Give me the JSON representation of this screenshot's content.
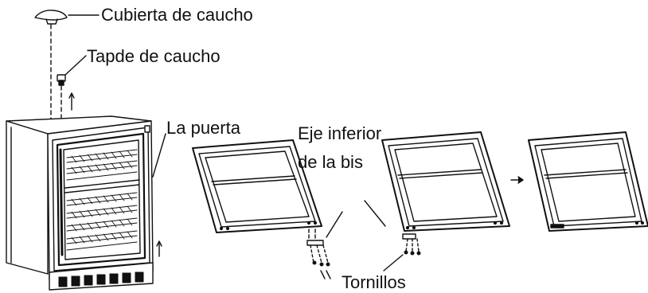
{
  "labels": {
    "rubber_cover": "Cubierta de caucho",
    "rubber_plug": "Tapde de caucho",
    "door": "La puerta",
    "lower_hinge_line1": "Eje inferior",
    "lower_hinge_line2": "de la bis",
    "screws": "Tornillos"
  },
  "colors": {
    "line": "#111111",
    "fill": "#ffffff"
  }
}
